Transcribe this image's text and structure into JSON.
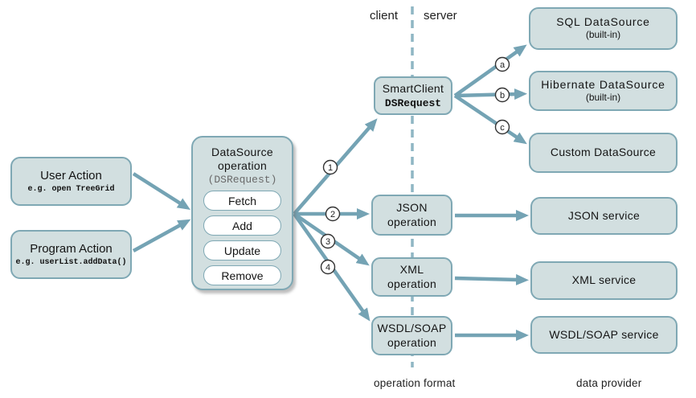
{
  "labels": {
    "client": "client",
    "server": "server",
    "operation_format": "operation format",
    "data_provider": "data provider"
  },
  "nodes": {
    "user_action": {
      "title": "User Action",
      "subtitle": "e.g. open TreeGrid"
    },
    "program_action": {
      "title": "Program Action",
      "subtitle": "e.g. userList.addData()"
    },
    "datasource_operation": {
      "title": "DataSource operation",
      "code": "(DSRequest)",
      "operations": [
        "Fetch",
        "Add",
        "Update",
        "Remove"
      ]
    },
    "smartclient": {
      "title": "SmartClient",
      "code": "DSRequest"
    },
    "json_operation": {
      "title": "JSON operation"
    },
    "xml_operation": {
      "title": "XML operation"
    },
    "wsdl_operation": {
      "title": "WSDL/SOAP operation"
    },
    "sql_datasource": {
      "title": "SQL DataSource",
      "subtitle": "(built-in)"
    },
    "hibernate_datasource": {
      "title": "Hibernate DataSource",
      "subtitle": "(built-in)"
    },
    "custom_datasource": {
      "title": "Custom DataSource"
    },
    "json_service": {
      "title": "JSON service"
    },
    "xml_service": {
      "title": "XML service"
    },
    "wsdl_service": {
      "title": "WSDL/SOAP service"
    }
  },
  "badges": {
    "n1": "1",
    "n2": "2",
    "n3": "3",
    "n4": "4",
    "a": "a",
    "b": "b",
    "c": "c"
  },
  "colors": {
    "box_fill": "#d2dfe0",
    "box_border": "#7fa8b4",
    "arrow": "#74a3b4",
    "divider_dash": "#8fb6c4",
    "badge_border": "#333333",
    "text": "#1a1a1a",
    "code_muted": "#6a6a6a"
  }
}
